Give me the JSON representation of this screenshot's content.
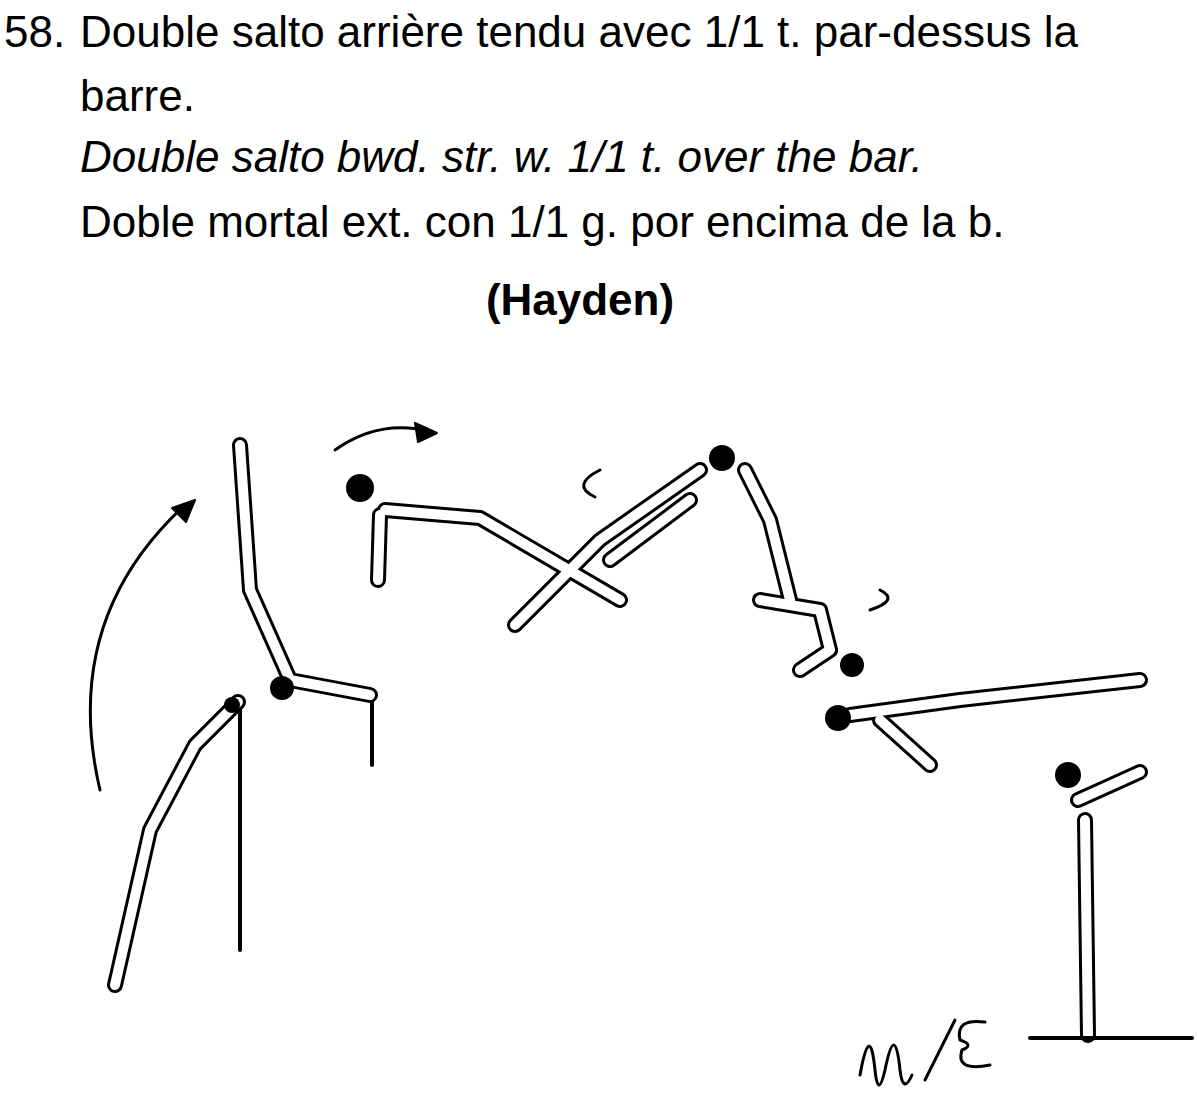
{
  "diagram": {
    "labels": [
      "58.",
      "Double salto arrière tendu avec 1/1 t. par-dessus la barre.",
      "Double salto bwd. str. w. 1/1 t. over the bar.",
      "Doble mortal ext. con 1/1 g. por encima de la b.",
      "(Hayden)"
    ]
  }
}
